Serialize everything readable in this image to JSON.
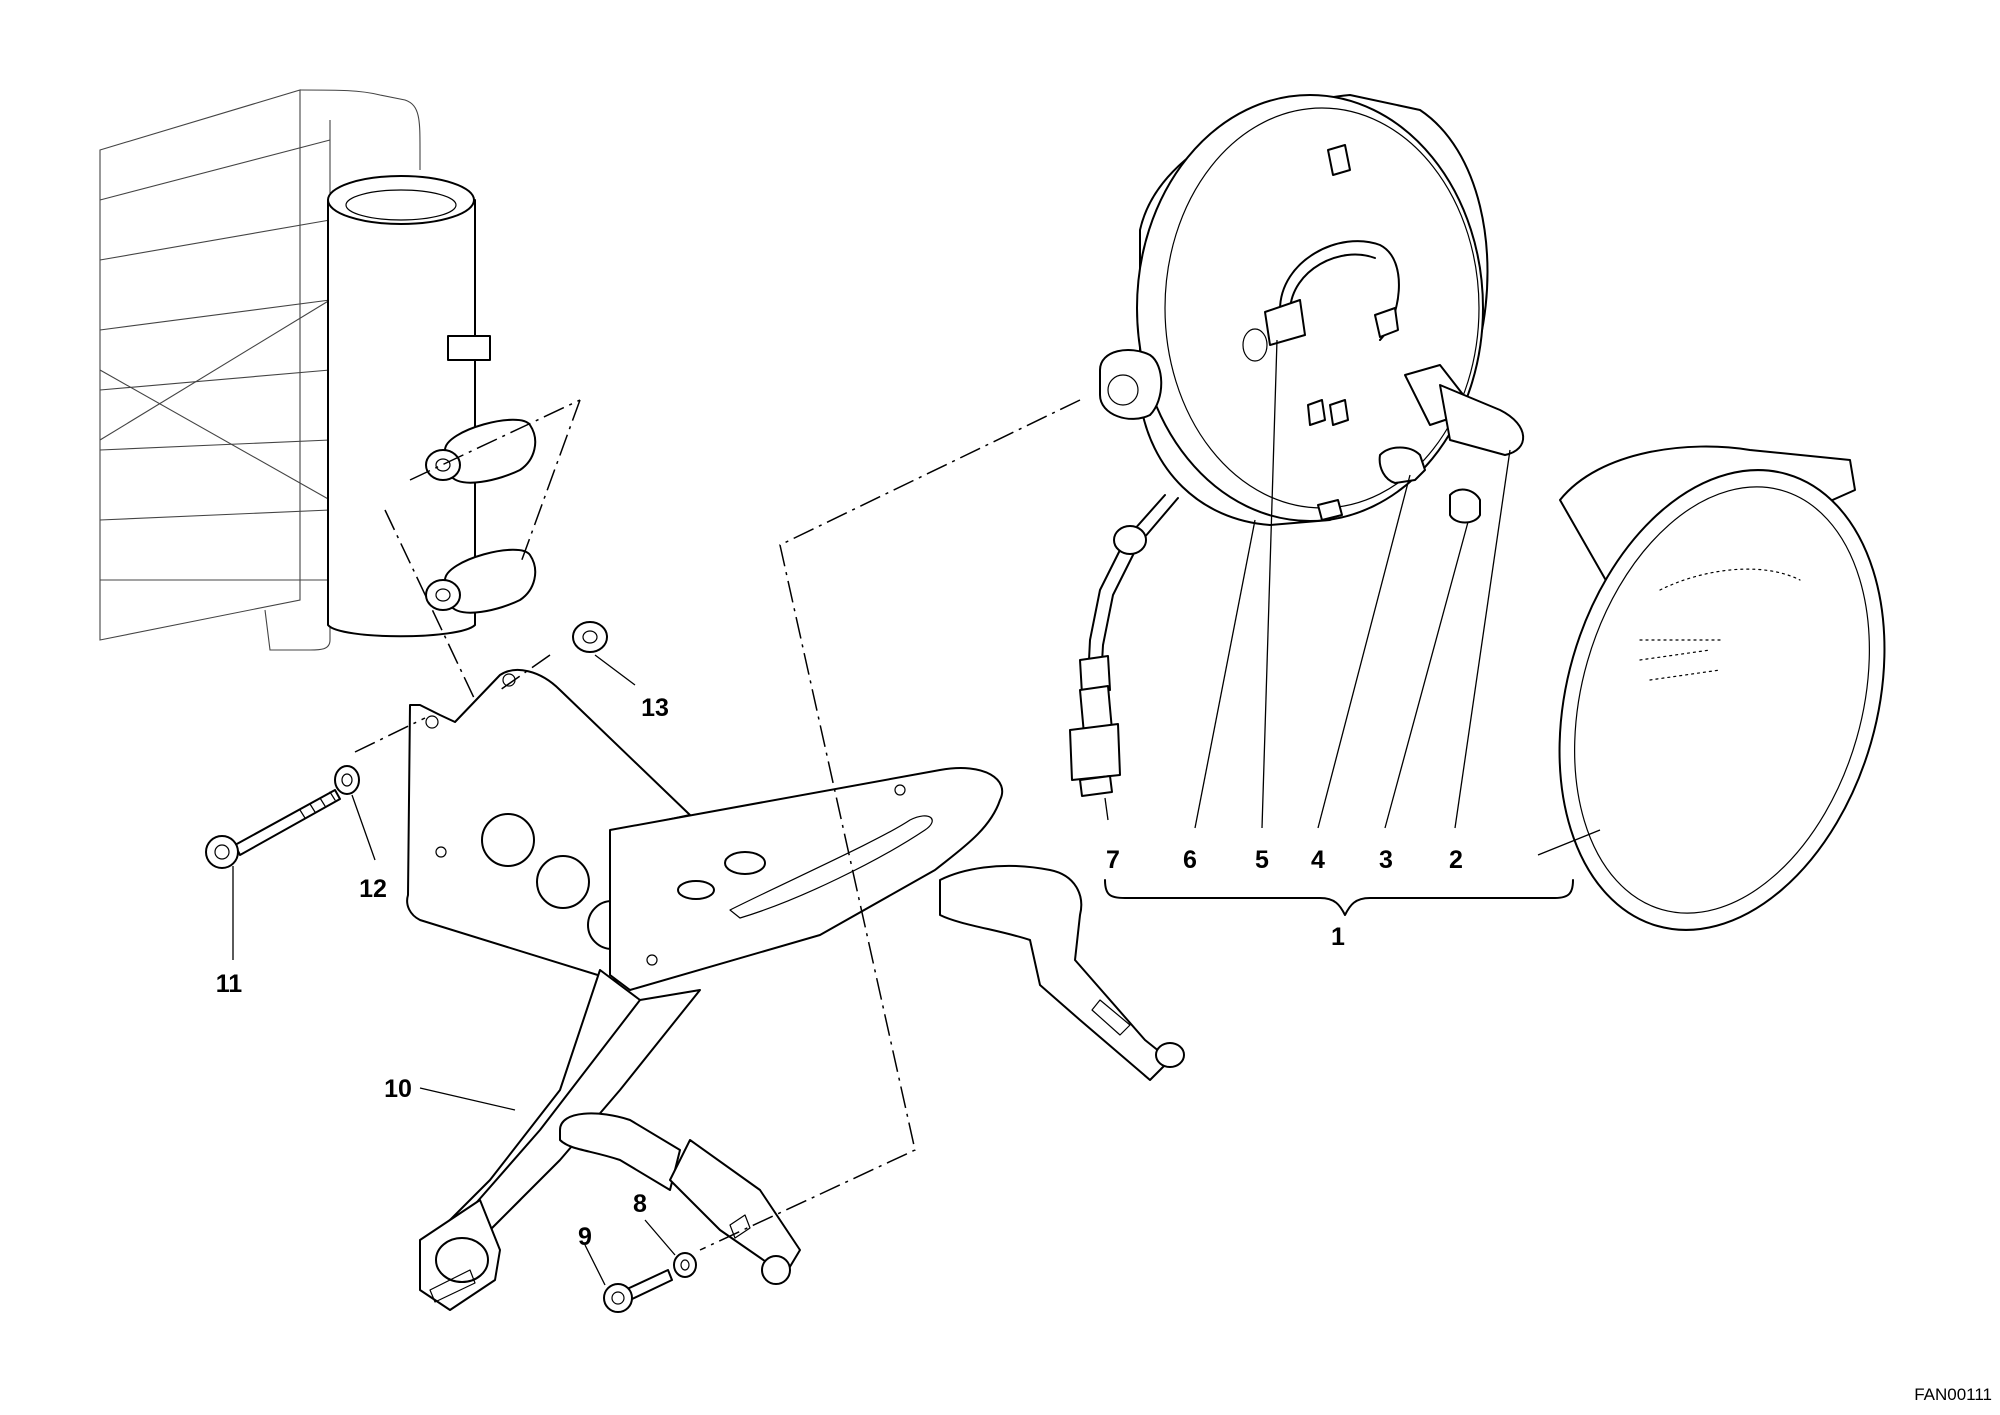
{
  "callouts": {
    "c1": "1",
    "c2": "2",
    "c3": "3",
    "c4": "4",
    "c5": "5",
    "c6": "6",
    "c7": "7",
    "c8": "8",
    "c9": "9",
    "c10": "10",
    "c11": "11",
    "c12": "12",
    "c13": "13"
  },
  "drawing_code": "FAN00111"
}
